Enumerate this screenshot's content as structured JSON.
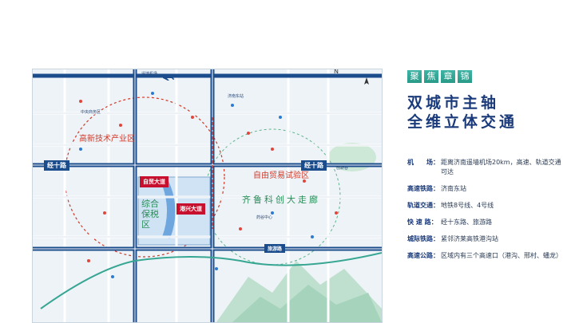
{
  "tags": [
    "聚",
    "焦",
    "章",
    "锦"
  ],
  "headline": {
    "line1": "双城市主轴",
    "line2": "全维立体交通"
  },
  "facts": [
    {
      "key": "机　　场：",
      "value": "距离济南遥墙机场20km，高速、轨道交通可达"
    },
    {
      "key": "高速铁路：",
      "value": "济南东站"
    },
    {
      "key": "轨道交通：",
      "value": "地铁8号线、4号线"
    },
    {
      "key": "快 速 路：",
      "value": "经十东路、旅游路"
    },
    {
      "key": "城际铁路：",
      "value": "紧邻济莱高铁港沟站"
    },
    {
      "key": "高速公路：",
      "value": "区域内有三个高速口（港沟、邢村、蟠龙）"
    }
  ],
  "map": {
    "zones": {
      "gaoxin": "高新技术产业区",
      "free_trade": "自由贸易试验区",
      "qilu": "齐鲁科创大走廊",
      "bonded": "综合保税区"
    },
    "red_boxes": {
      "ziyou": "自贸大道",
      "gangxing": "港兴大道"
    },
    "roads": {
      "jingshi_left": "经十路",
      "jingshi_right": "经十路",
      "lvyou": "旅游路"
    },
    "compass": "N",
    "small_labels": {
      "airport": "遥墙机场",
      "station": "济南东站",
      "science_park": "药谷中心",
      "lake": "创新谷",
      "plaza": "中央商务区"
    }
  },
  "colors": {
    "brand_blue": "#1a3a7a",
    "road_blue": "#1b4d8c",
    "accent_red": "#c8102e",
    "tag_green": "#3fb5a5"
  }
}
